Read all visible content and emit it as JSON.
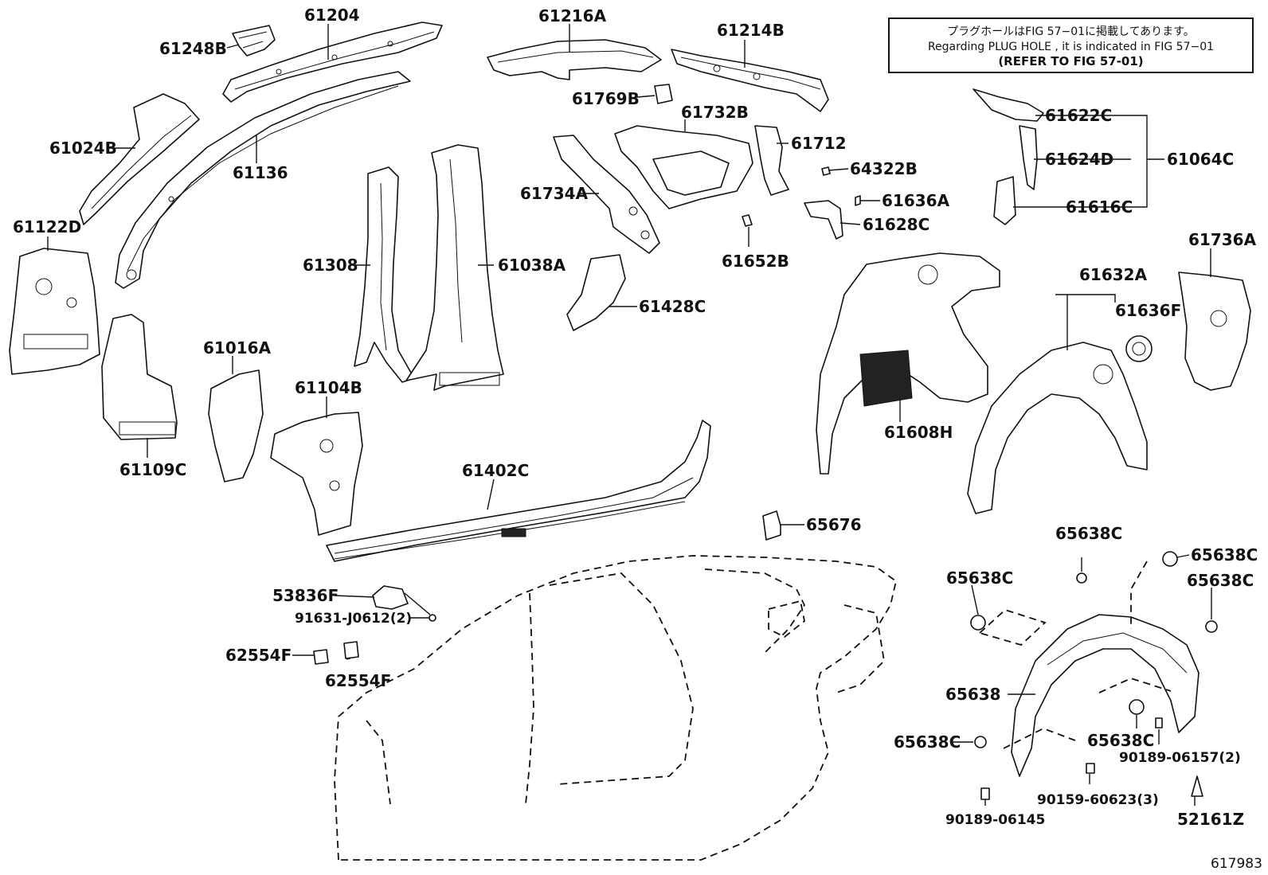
{
  "note": {
    "line1": "プラグホールはFIG 57−01に掲載してあります。",
    "line2": "Regarding PLUG HOLE , it is indicated in FIG 57−01",
    "line3": "(REFER TO FIG 57-01)"
  },
  "figure_id": "617983",
  "parts": [
    {
      "id": "61204",
      "label": "61204"
    },
    {
      "id": "61248B",
      "label": "61248B"
    },
    {
      "id": "61216A",
      "label": "61216A"
    },
    {
      "id": "61214B",
      "label": "61214B"
    },
    {
      "id": "61769B",
      "label": "61769B"
    },
    {
      "id": "61732B",
      "label": "61732B"
    },
    {
      "id": "61712",
      "label": "61712"
    },
    {
      "id": "64322B",
      "label": "64322B"
    },
    {
      "id": "61636A",
      "label": "61636A"
    },
    {
      "id": "61628C",
      "label": "61628C"
    },
    {
      "id": "61652B",
      "label": "61652B"
    },
    {
      "id": "61734A",
      "label": "61734A"
    },
    {
      "id": "61024B",
      "label": "61024B"
    },
    {
      "id": "61136",
      "label": "61136"
    },
    {
      "id": "61122D",
      "label": "61122D"
    },
    {
      "id": "61308",
      "label": "61308"
    },
    {
      "id": "61038A",
      "label": "61038A"
    },
    {
      "id": "61428C",
      "label": "61428C"
    },
    {
      "id": "61622C",
      "label": "61622C"
    },
    {
      "id": "61624D",
      "label": "61624D"
    },
    {
      "id": "61064C",
      "label": "61064C"
    },
    {
      "id": "61616C",
      "label": "61616C"
    },
    {
      "id": "61736A",
      "label": "61736A"
    },
    {
      "id": "61632A",
      "label": "61632A"
    },
    {
      "id": "61636F",
      "label": "61636F"
    },
    {
      "id": "61608H",
      "label": "61608H"
    },
    {
      "id": "61016A",
      "label": "61016A"
    },
    {
      "id": "61104B",
      "label": "61104B"
    },
    {
      "id": "61109C",
      "label": "61109C"
    },
    {
      "id": "61402C",
      "label": "61402C"
    },
    {
      "id": "65676",
      "label": "65676"
    },
    {
      "id": "53836F",
      "label": "53836F"
    },
    {
      "id": "91631-J0612",
      "label": "91631-J0612(2)"
    },
    {
      "id": "62554F-a",
      "label": "62554F"
    },
    {
      "id": "62554F-b",
      "label": "62554F"
    },
    {
      "id": "65638C-a",
      "label": "65638C"
    },
    {
      "id": "65638C-b",
      "label": "65638C"
    },
    {
      "id": "65638C-c",
      "label": "65638C"
    },
    {
      "id": "65638C-d",
      "label": "65638C"
    },
    {
      "id": "65638C-e",
      "label": "65638C"
    },
    {
      "id": "65638C-f",
      "label": "65638C"
    },
    {
      "id": "65638",
      "label": "65638"
    },
    {
      "id": "90189-06157",
      "label": "90189-06157(2)"
    },
    {
      "id": "90159-60623",
      "label": "90159-60623(3)"
    },
    {
      "id": "90189-06145",
      "label": "90189-06145"
    },
    {
      "id": "52161Z",
      "label": "52161Z"
    }
  ]
}
